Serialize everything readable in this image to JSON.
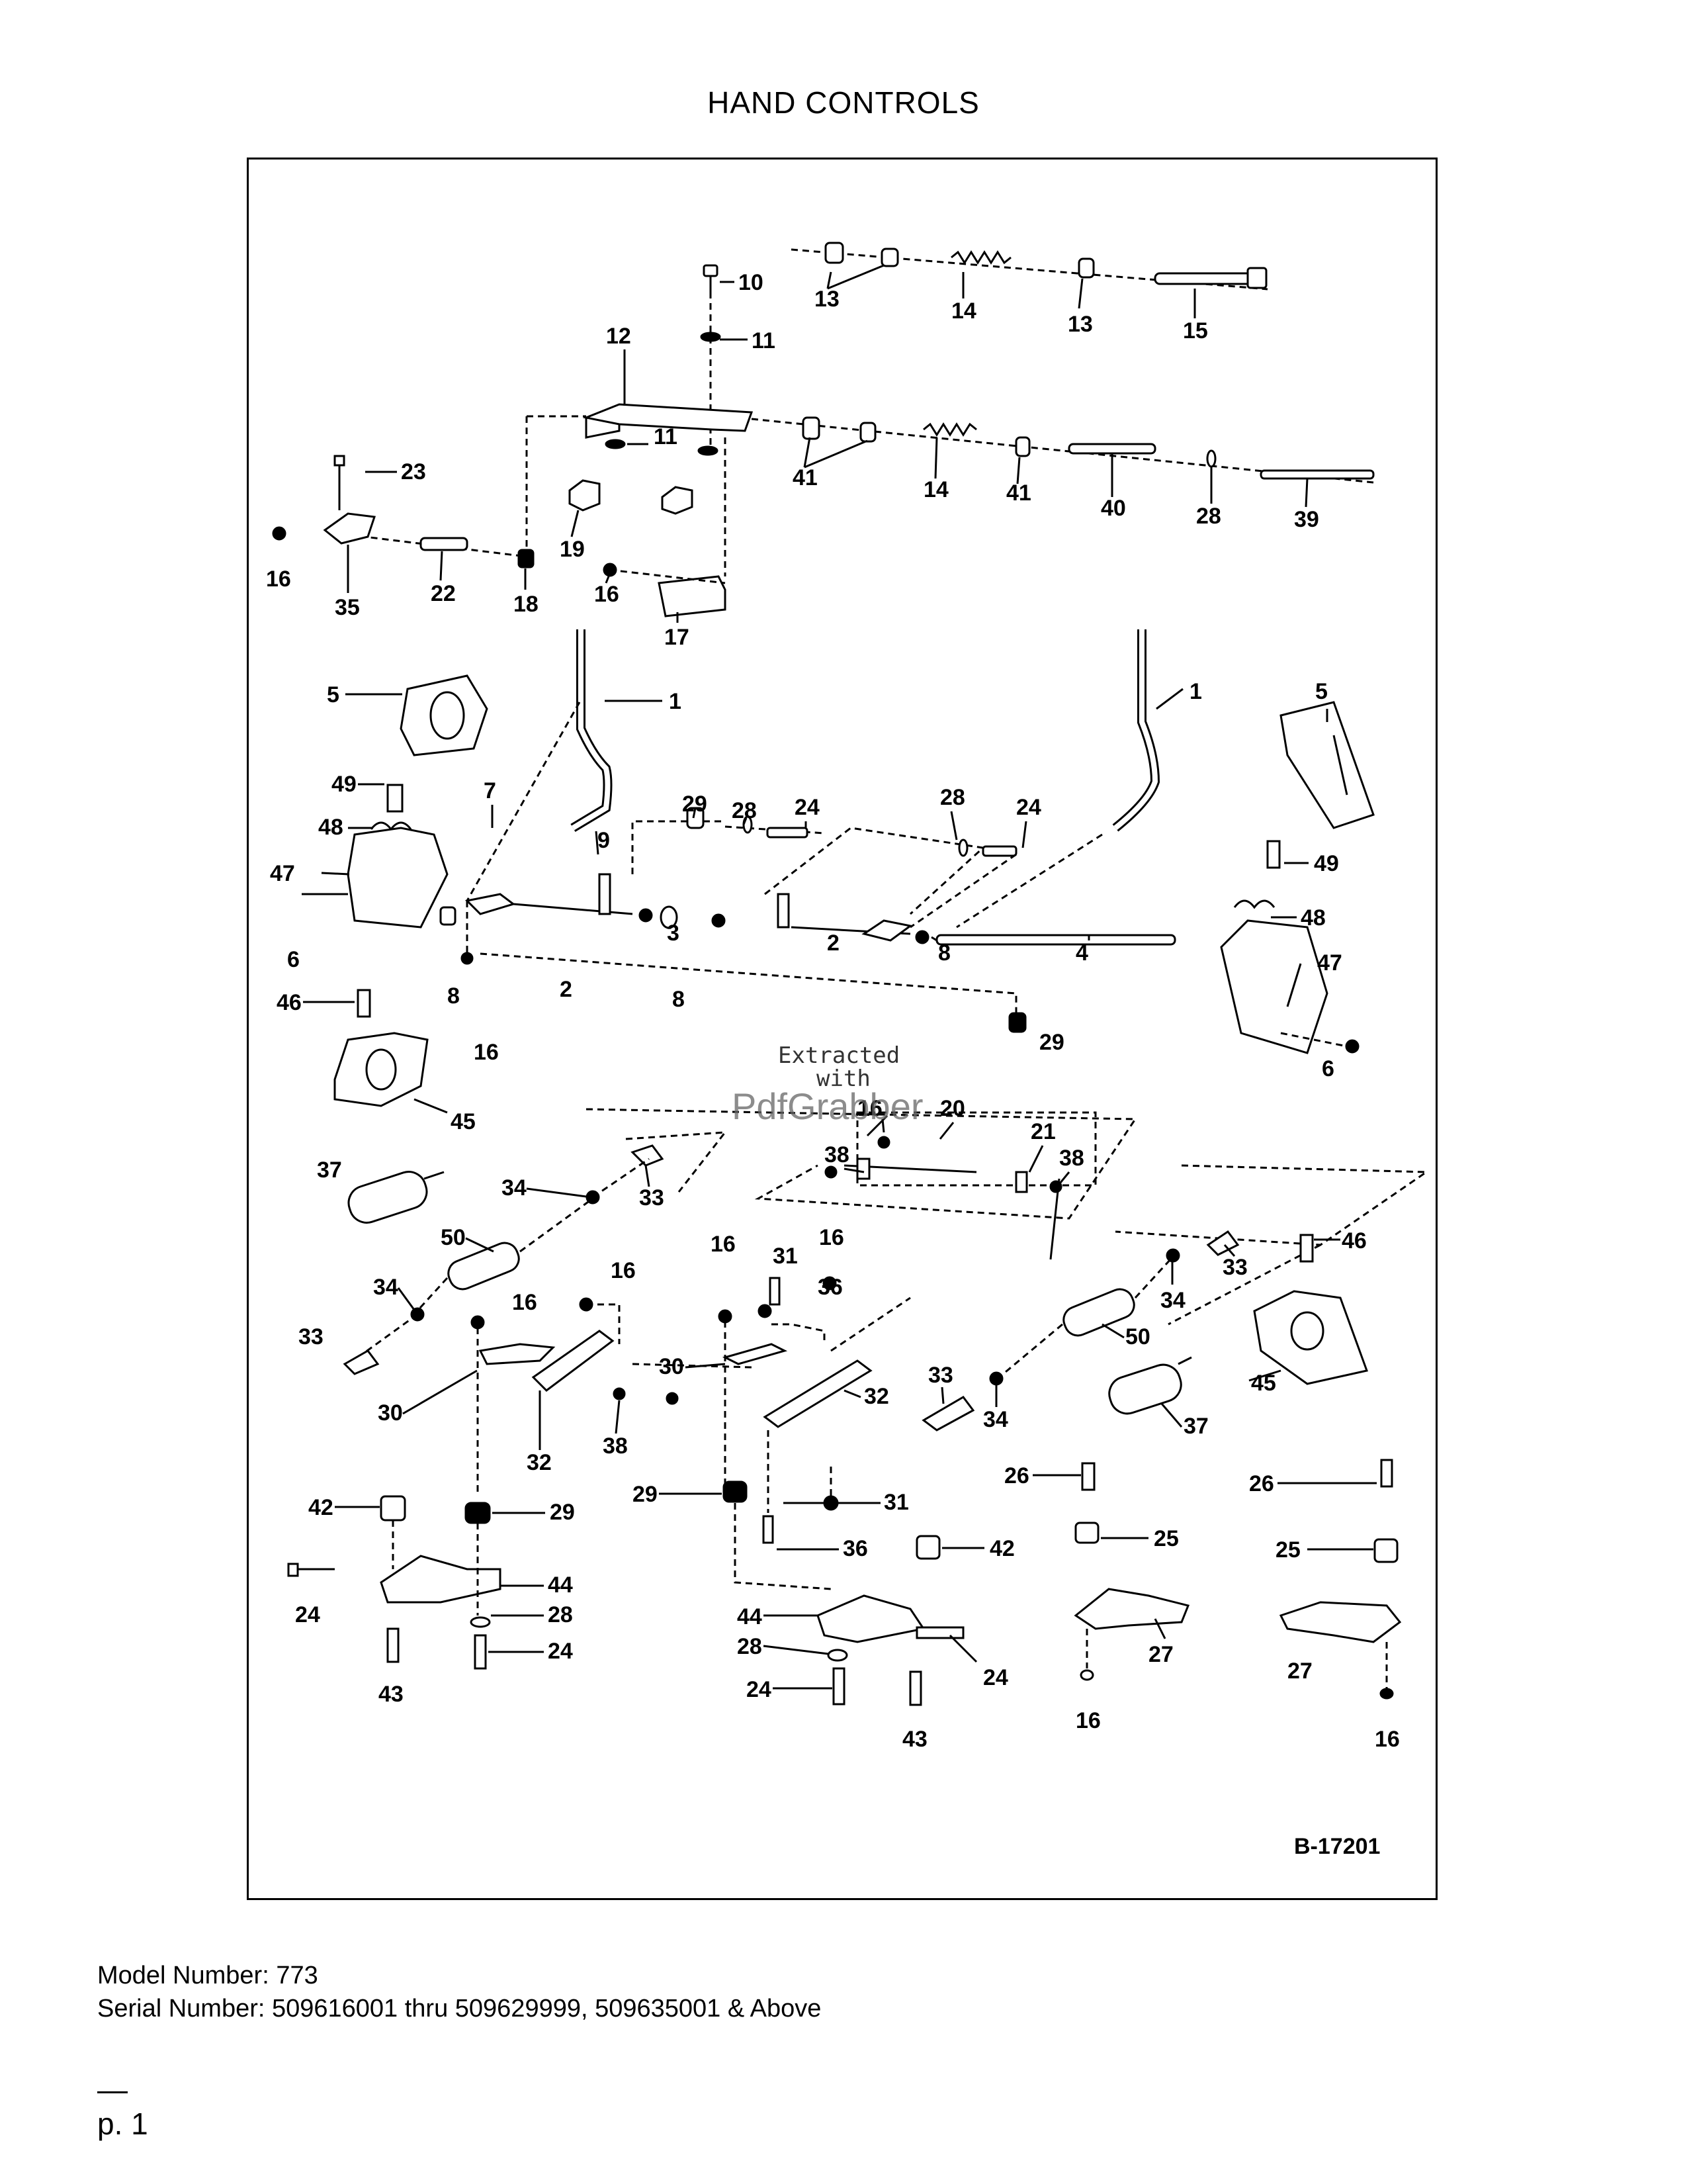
{
  "page": {
    "title": "HAND CONTROLS",
    "model_number": "Model Number: 773",
    "serial_number": "Serial Number: 509616001 thru 509629999, 509635001 & Above",
    "page_number": "p. 1"
  },
  "diagram": {
    "reference": "B-17201",
    "watermark": [
      "Extracted",
      "with",
      "PdfGrabber"
    ],
    "callouts": [
      {
        "id": "c1",
        "label": "10"
      },
      {
        "id": "c2",
        "label": "11"
      },
      {
        "id": "c3",
        "label": "12"
      },
      {
        "id": "c4",
        "label": "13"
      },
      {
        "id": "c5",
        "label": "14"
      },
      {
        "id": "c6",
        "label": "13"
      },
      {
        "id": "c7",
        "label": "15"
      },
      {
        "id": "c8",
        "label": "23"
      },
      {
        "id": "c9",
        "label": "11"
      },
      {
        "id": "c10",
        "label": "41"
      },
      {
        "id": "c11",
        "label": "14"
      },
      {
        "id": "c12",
        "label": "41"
      },
      {
        "id": "c13",
        "label": "40"
      },
      {
        "id": "c14",
        "label": "28"
      },
      {
        "id": "c15",
        "label": "39"
      },
      {
        "id": "c16",
        "label": "16"
      },
      {
        "id": "c17",
        "label": "35"
      },
      {
        "id": "c18",
        "label": "22"
      },
      {
        "id": "c19",
        "label": "18"
      },
      {
        "id": "c20",
        "label": "19"
      },
      {
        "id": "c21",
        "label": "16"
      },
      {
        "id": "c22",
        "label": "17"
      },
      {
        "id": "c23",
        "label": "5"
      },
      {
        "id": "c24",
        "label": "1"
      },
      {
        "id": "c25",
        "label": "1"
      },
      {
        "id": "c26",
        "label": "5"
      },
      {
        "id": "c27",
        "label": "49"
      },
      {
        "id": "c28",
        "label": "7"
      },
      {
        "id": "c29",
        "label": "48"
      },
      {
        "id": "c30",
        "label": "9"
      },
      {
        "id": "c31",
        "label": "29"
      },
      {
        "id": "c32",
        "label": "28"
      },
      {
        "id": "c33",
        "label": "24"
      },
      {
        "id": "c34",
        "label": "28"
      },
      {
        "id": "c35",
        "label": "24"
      },
      {
        "id": "c36",
        "label": "49"
      },
      {
        "id": "c37",
        "label": "47"
      },
      {
        "id": "c38",
        "label": "48"
      },
      {
        "id": "c39",
        "label": "3"
      },
      {
        "id": "c40",
        "label": "2"
      },
      {
        "id": "c41",
        "label": "8"
      },
      {
        "id": "c42",
        "label": "47"
      },
      {
        "id": "c43",
        "label": "4"
      },
      {
        "id": "c44",
        "label": "6"
      },
      {
        "id": "c45",
        "label": "8"
      },
      {
        "id": "c46",
        "label": "2"
      },
      {
        "id": "c47",
        "label": "8"
      },
      {
        "id": "c48",
        "label": "46"
      },
      {
        "id": "c49",
        "label": "16"
      },
      {
        "id": "c50",
        "label": "29"
      },
      {
        "id": "c51",
        "label": "6"
      },
      {
        "id": "c52",
        "label": "45"
      },
      {
        "id": "c53",
        "label": "16"
      },
      {
        "id": "c54",
        "label": "20"
      },
      {
        "id": "c55",
        "label": "38"
      },
      {
        "id": "c56",
        "label": "21"
      },
      {
        "id": "c57",
        "label": "38"
      },
      {
        "id": "c58",
        "label": "37"
      },
      {
        "id": "c59",
        "label": "34"
      },
      {
        "id": "c60",
        "label": "33"
      },
      {
        "id": "c61",
        "label": "50"
      },
      {
        "id": "c62",
        "label": "16"
      },
      {
        "id": "c63",
        "label": "31"
      },
      {
        "id": "c64",
        "label": "16"
      },
      {
        "id": "c65",
        "label": "36"
      },
      {
        "id": "c66",
        "label": "16"
      },
      {
        "id": "c67",
        "label": "46"
      },
      {
        "id": "c68",
        "label": "33"
      },
      {
        "id": "c69",
        "label": "34"
      },
      {
        "id": "c70",
        "label": "16"
      },
      {
        "id": "c71",
        "label": "33"
      },
      {
        "id": "c72",
        "label": "34"
      },
      {
        "id": "c73",
        "label": "30"
      },
      {
        "id": "c74",
        "label": "50"
      },
      {
        "id": "c75",
        "label": "45"
      },
      {
        "id": "c76",
        "label": "30"
      },
      {
        "id": "c77",
        "label": "32"
      },
      {
        "id": "c78",
        "label": "33"
      },
      {
        "id": "c79",
        "label": "37"
      },
      {
        "id": "c80",
        "label": "32"
      },
      {
        "id": "c81",
        "label": "38"
      },
      {
        "id": "c82",
        "label": "34"
      },
      {
        "id": "c83",
        "label": "26"
      },
      {
        "id": "c84",
        "label": "26"
      },
      {
        "id": "c85",
        "label": "42"
      },
      {
        "id": "c86",
        "label": "29"
      },
      {
        "id": "c87",
        "label": "29"
      },
      {
        "id": "c88",
        "label": "31"
      },
      {
        "id": "c89",
        "label": "36"
      },
      {
        "id": "c90",
        "label": "42"
      },
      {
        "id": "c91",
        "label": "25"
      },
      {
        "id": "c92",
        "label": "25"
      },
      {
        "id": "c93",
        "label": "44"
      },
      {
        "id": "c94",
        "label": "24"
      },
      {
        "id": "c95",
        "label": "28"
      },
      {
        "id": "c96",
        "label": "24"
      },
      {
        "id": "c97",
        "label": "44"
      },
      {
        "id": "c98",
        "label": "28"
      },
      {
        "id": "c99",
        "label": "24"
      },
      {
        "id": "c100",
        "label": "24"
      },
      {
        "id": "c101",
        "label": "27"
      },
      {
        "id": "c102",
        "label": "27"
      },
      {
        "id": "c103",
        "label": "43"
      },
      {
        "id": "c104",
        "label": "43"
      },
      {
        "id": "c105",
        "label": "16"
      },
      {
        "id": "c106",
        "label": "16"
      }
    ]
  }
}
